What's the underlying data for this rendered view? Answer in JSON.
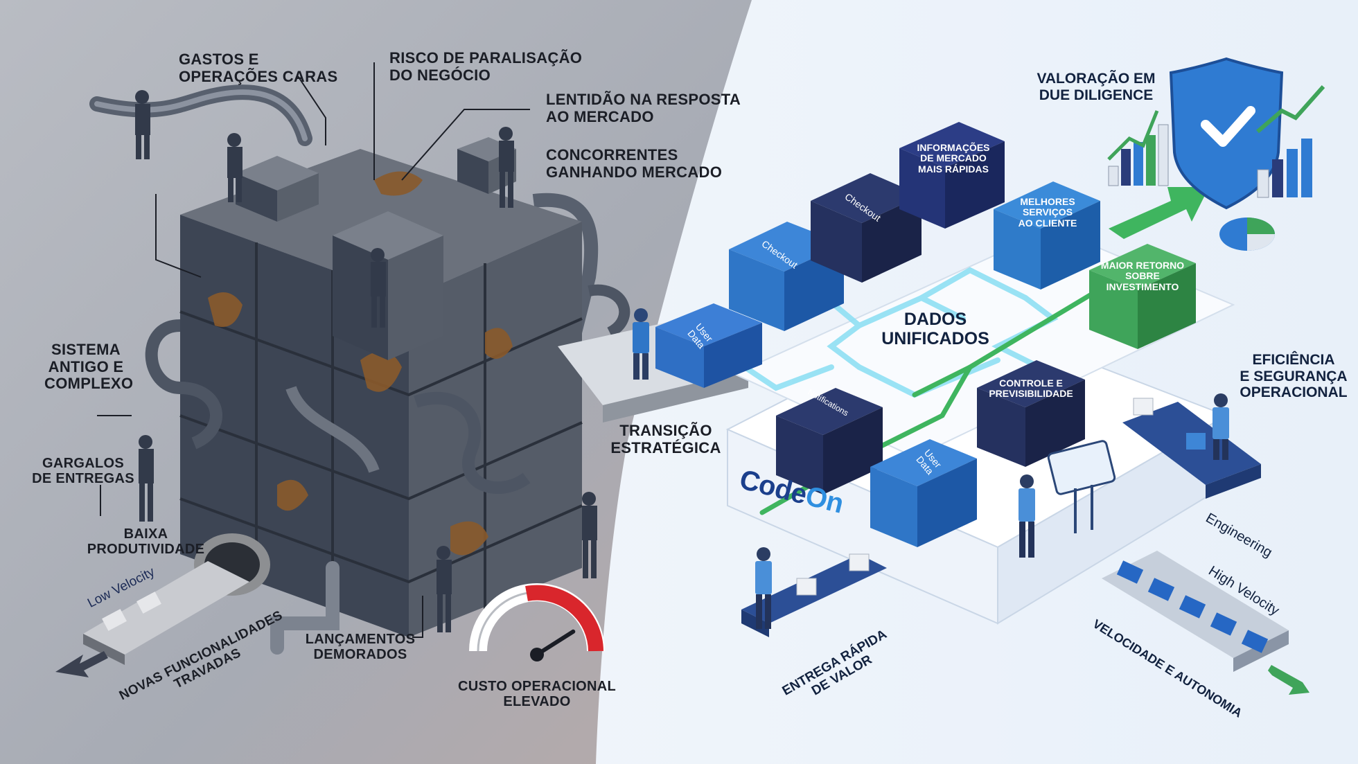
{
  "legacy_side": {
    "labels": {
      "gastos": [
        "GASTOS E",
        "OPERAÇÕES CARAS"
      ],
      "risco": [
        "RISCO DE PARALISAÇÃO",
        "DO NEGÓCIO"
      ],
      "lentidao": [
        "LENTIDÃO NA RESPOSTA",
        "AO MERCADO"
      ],
      "concorrentes": [
        "CONCORRENTES",
        "GANHANDO MERCADO"
      ],
      "sistema": [
        "SISTEMA",
        "ANTIGO E",
        "COMPLEXO"
      ],
      "gargalos": [
        "GARGALOS",
        "DE ENTREGAS"
      ],
      "baixa": [
        "BAIXA",
        "PRODUTIVIDADE"
      ],
      "low_velocity": "Low Velocity",
      "novas": [
        "NOVAS FUNCIONALIDADES",
        "TRAVADAS"
      ],
      "lancamentos": [
        "LANÇAMENTOS",
        "DEMORADOS"
      ],
      "custo": [
        "CUSTO OPERACIONAL",
        "ELEVADO"
      ]
    },
    "gauge_level": 0.82
  },
  "transition": [
    "TRANSIÇÃO",
    "ESTRATÉGICA"
  ],
  "modern_side": {
    "brand": {
      "code": "Code",
      "on": "On"
    },
    "center": [
      "DADOS",
      "UNIFICADOS"
    ],
    "blocks": {
      "user_data_left": [
        "User",
        "Data"
      ],
      "checkout_1": "Checkout",
      "checkout_2": "Checkout",
      "info_mercado": [
        "INFORMAÇÕES",
        "DE MERCADO",
        "MAIS RÁPIDAS"
      ],
      "melhores": [
        "MELHORES",
        "SERVIÇOS",
        "AO CLIENTE"
      ],
      "maior_retorno": [
        "MAIOR RETORNO",
        "SOBRE",
        "INVESTIMENTO"
      ],
      "controle": [
        "CONTROLE E",
        "PREVISIBILIDADE"
      ],
      "notifications": "Notifications",
      "user_data_front": [
        "User",
        "Data"
      ]
    },
    "labels": {
      "valoracao": [
        "VALORAÇÃO EM",
        "DUE DILIGENCE"
      ],
      "eficiencia": [
        "EFICIÊNCIA",
        "E SEGURANÇA",
        "OPERACIONAL"
      ],
      "engineering": "Engineering",
      "high_velocity": "High Velocity",
      "velocidade": "VELOCIDADE E AUTONOMIA",
      "entrega": [
        "ENTREGA RÁPIDA",
        "DE VALOR"
      ]
    }
  },
  "colors": {
    "legacy_bg": "#aeb3bd",
    "modern_bg": "#eef4fb",
    "block_navy": "#1e2d5e",
    "block_blue": "#1f6fc2",
    "block_green": "#2f9d52",
    "rust": "#8a5a2b",
    "gauge_red": "#d9262c"
  }
}
